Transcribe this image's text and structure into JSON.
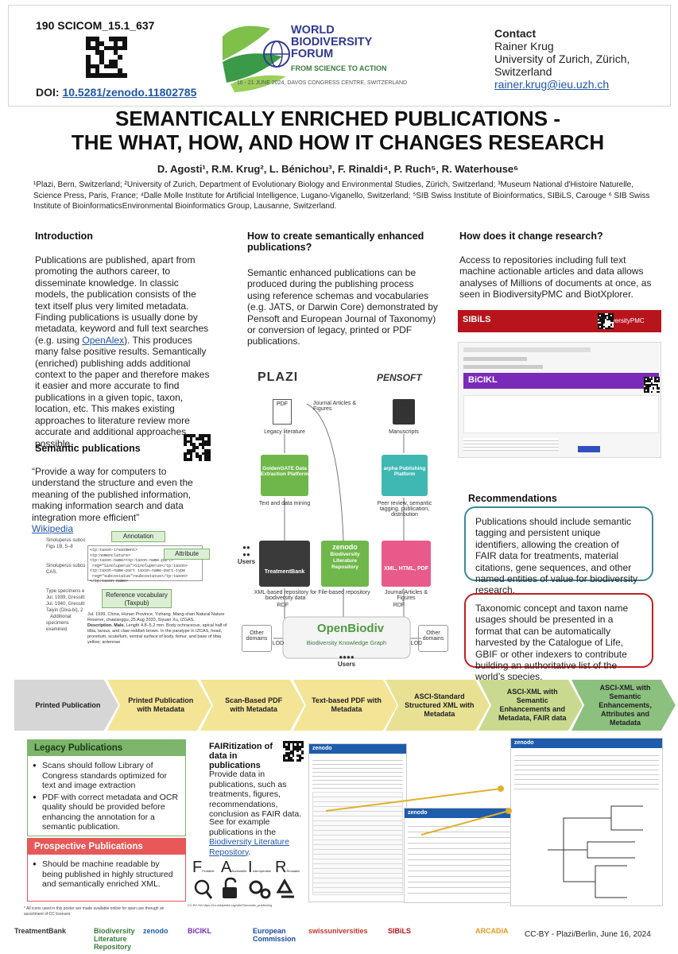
{
  "header": {
    "poster_id": "190 SCICOM_15.1_637",
    "doi_label": "DOI:",
    "doi_value": "10.5281/zenodo.11802785",
    "event_title": "WORLD BIODIVERSITY FORUM",
    "event_tagline": "FROM SCIENCE TO ACTION",
    "event_dates": "16 - 21 JUNE 2024, DAVOS CONGRESS CENTRE, SWITZERLAND",
    "contact_heading": "Contact",
    "contact_name": "Rainer Krug",
    "contact_org": "University of Zurich, Zürich, Switzerland",
    "contact_email": "rainer.krug@ieu.uzh.ch"
  },
  "title": {
    "line1": "SEMANTICALLY ENRICHED PUBLICATIONS -",
    "line2": "THE WHAT, HOW, AND HOW IT CHANGES RESEARCH",
    "authors": "D. Agosti¹, R.M. Krug², L. Bénichou³, F. Rinaldi⁴, P. Ruch⁵, R. Waterhouse⁶",
    "affiliations": "¹Plazi, Bern, Switzerland; ²University of Zurich, Department of Evolutionary Biology and Environmental Studies, Zürich, Switzerland; ³Museum National d'Histoire Naturelle, Science Press, Paris, France; ⁴Dalle Molle Institute for Artificial Intelligence, Lugano-Viganello, Switzerland; ⁵SIB Swiss Institute of Bioinformatics, SIBiLS, Carouge  ⁶ SIB Swiss Institute of BioinformaticsEnvironmental Bioinformatics Group, Lausanne, Switzerland."
  },
  "intro": {
    "heading": "Introduction",
    "text_a": "Publications are published, apart from promoting the authors career, to disseminate knowledge. In classic models, the publication consists of the text itself plus very limited metadata. Finding publications is usually done by metadata, keyword and full text searches (e.g. using ",
    "link": "OpenAlex",
    "text_b": "). This produces many false positive results. Semantically (enriched) publishing adds additional context to the paper and therefore makes it easier and more accurate to find publications in a given topic, taxon, location, etc. This makes existing approaches to literature review more accurate and additional approaches possible."
  },
  "semantic": {
    "heading": "Semantic publications",
    "quote": "“Provide a way for computers to understand the structure and even the meaning of the published information, making information search and data integration more efficient”",
    "link": "Wikipedia",
    "callout_annotation": "Annotation",
    "callout_attribute": "Attribute",
    "callout_vocab": "Reference vocabulary (Taxpub)"
  },
  "how": {
    "heading": "How to create semantically enhanced publications?",
    "text": "Semantic enhanced publications can be produced during the publishing process using reference schemas and vocabularies (e.g. JATS, or Darwin Core) demonstrated by Pensoft and European Journal of Taxonomy) or conversion of legacy, printed or PDF publications."
  },
  "diagram": {
    "plazi": "PLAZI",
    "pensoft": "PENSOFT",
    "pdf": "PDF",
    "journal_articles": "Journal Articles & Figures",
    "legacy_lit": "Legacy literature",
    "manuscripts": "Manuscripts",
    "goldengate": "GoldenGATE Data Extraction Platform",
    "arpha": "arpha Publishing Platform",
    "text_mining": "Text and data mining",
    "peer_review": "Peer review, semantic tagging, publication, distribution",
    "users": "Users",
    "treatmentbank": "TreatmentBank",
    "zenodo": "zenodo",
    "blr": "Biodiversity Literature Repository",
    "xml": "XML, HTML, PDF",
    "xml_sub": "Journal Articles & Figures",
    "tb_sub": "XML-based repository for biodiversity data",
    "blr_sub": "File-based repository",
    "rdf": "RDF",
    "other_domains": "Other domains",
    "lod": "LOD",
    "openbiodiv": "OpenBiodiv",
    "kg": "Biodiversity Knowledge Graph"
  },
  "change": {
    "heading": "How does it change research?",
    "text": "Access to repositories including full text machine actionable articles and data allows analyses of Millions of documents at once, as seen in BiodiversityPMC and BiotXplorer.",
    "sibils": "SIBiLS",
    "pmc": "BiodiversityPMC",
    "bicikl": "BiCIKL"
  },
  "recs": {
    "heading": "Recommendations",
    "r1": "Publications should include semantic tagging and persistent unique identifiers, allowing the creation of FAIR data for treatments, material citations, gene sequences, and other named entities of value for biodiversity research.",
    "r2": "Taxonomic concept and taxon name usages should be presented in a format that can be automatically harvested by the Catalogue of Life, GBIF or other indexers to contribute building an authoritative list of the world’s species."
  },
  "stages": [
    {
      "label": "Printed Publication"
    },
    {
      "label": "Printed Publication with Metadata"
    },
    {
      "label": "Scan-Based PDF with Metadata"
    },
    {
      "label": "Text-based PDF with Metadata"
    },
    {
      "label": "ASCI-Standard Structured XML with Metadata"
    },
    {
      "label": "ASCI-XML with Semantic Enhancements and Metadata, FAIR data"
    },
    {
      "label": "ASCI-XML with Semantic Enhancements, Attributes and Metadata"
    }
  ],
  "legacy": {
    "heading": "Legacy Publications",
    "b1": "Scans should follow Library of Congress standards optimized for text and image extraction",
    "b2": "PDF with correct metadata and OCR quality should be provided before enhancing the annotation for a semantic publication."
  },
  "prospective": {
    "heading": "Prospective Publications",
    "b1": "Should be machine readable by being published in highly structured and semantically enriched XML."
  },
  "fair": {
    "heading": "FAIRitization of data in publications",
    "text1": "Provide data in publications, such as treatments, figures, recommendations, conclusion as FAIR data.",
    "text2": "See for example publications in the ",
    "link": "Biodiversity Literature Repository",
    "f": "F",
    "f_sub": "Findable",
    "a": "A",
    "a_sub": "Accessible",
    "i": "I",
    "i_sub": "Interoperable",
    "r": "R",
    "r_sub": "Reusable",
    "fig_caption": "CC BY-SA https://en.wikipedia.org/wiki/Semantic_publishing",
    "zenodo": "zenodo"
  },
  "footer": {
    "icons_note": "* All icons used in this poster are made available online for open use through an assortment of CC licenses",
    "credit": "CC-BY - Plazi/Berlin, June 16, 2024",
    "logos": [
      "TreatmentBank",
      "Biodiversity Literature Repository",
      "zenodo",
      "BiCIKL",
      "European Commission",
      "swissuniversities",
      "SIBiLS",
      "ARCADIA"
    ]
  },
  "colors": {
    "green": "#7cb56b",
    "teal": "#3b8a9a",
    "red": "#c02020",
    "link": "#2156a5",
    "chevron": "#f2e39a"
  }
}
